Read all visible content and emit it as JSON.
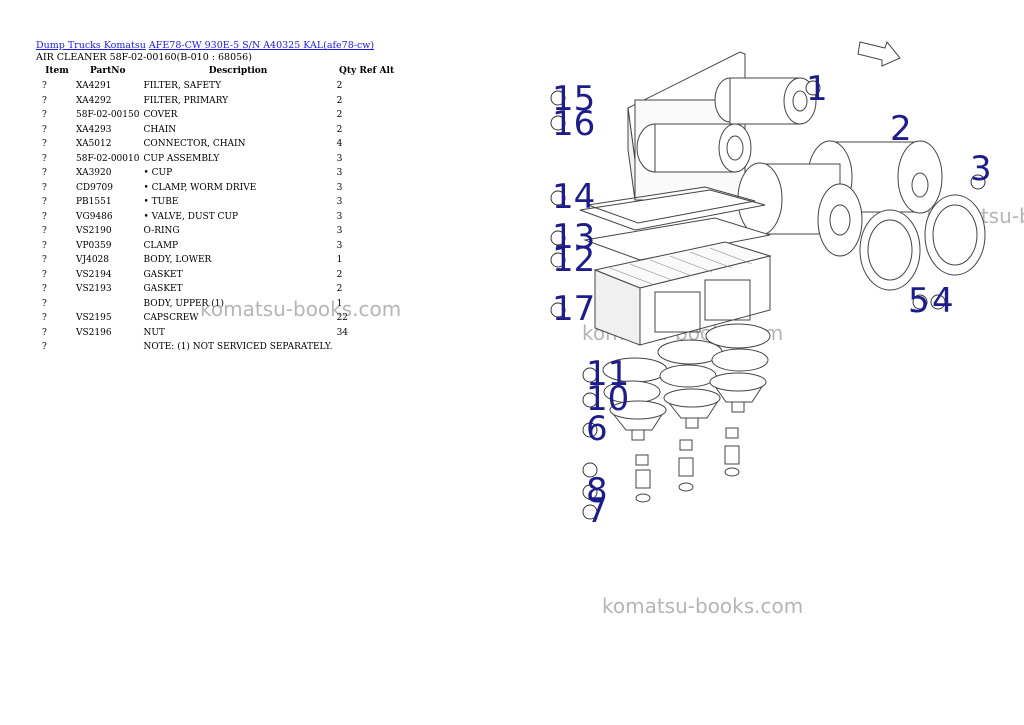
{
  "breadcrumb": {
    "link1": "Dump Trucks Komatsu",
    "link2": "AFE78-CW 930E-5 S/N A40325 KAL(afe78-cw)"
  },
  "subtitle": "AIR CLEANER 58F-02-00160(B-010 : 68056)",
  "table": {
    "headers": [
      "Item",
      "PartNo",
      "Description",
      "Qty Ref Alt"
    ],
    "rows": [
      {
        "item": "?",
        "part": "XA4291",
        "desc": "FILTER, SAFETY",
        "qty": "2"
      },
      {
        "item": "?",
        "part": "XA4292",
        "desc": "FILTER, PRIMARY",
        "qty": "2"
      },
      {
        "item": "?",
        "part": "58F-02-00150",
        "desc": "COVER",
        "qty": "2"
      },
      {
        "item": "?",
        "part": "XA4293",
        "desc": "CHAIN",
        "qty": "2"
      },
      {
        "item": "?",
        "part": "XA5012",
        "desc": "CONNECTOR, CHAIN",
        "qty": "4"
      },
      {
        "item": "?",
        "part": "58F-02-00010",
        "desc": "CUP ASSEMBLY",
        "qty": "3"
      },
      {
        "item": "?",
        "part": "XA3920",
        "desc": "• CUP",
        "qty": "3"
      },
      {
        "item": "?",
        "part": "CD9709",
        "desc": "• CLAMP, WORM DRIVE",
        "qty": "3"
      },
      {
        "item": "?",
        "part": "PB1551",
        "desc": "• TUBE",
        "qty": "3"
      },
      {
        "item": "?",
        "part": "VG9486",
        "desc": "• VALVE, DUST CUP",
        "qty": "3"
      },
      {
        "item": "?",
        "part": "VS2190",
        "desc": "O-RING",
        "qty": "3"
      },
      {
        "item": "?",
        "part": "VP0359",
        "desc": "CLAMP",
        "qty": "3"
      },
      {
        "item": "?",
        "part": "VJ4028",
        "desc": "BODY, LOWER",
        "qty": "1"
      },
      {
        "item": "?",
        "part": "VS2194",
        "desc": "GASKET",
        "qty": "2"
      },
      {
        "item": "?",
        "part": "VS2193",
        "desc": "GASKET",
        "qty": "2"
      },
      {
        "item": "?",
        "part": "",
        "desc": "BODY, UPPER (1)",
        "qty": "1"
      },
      {
        "item": "?",
        "part": "VS2195",
        "desc": "CAPSCREW",
        "qty": "22"
      },
      {
        "item": "?",
        "part": "VS2196",
        "desc": "NUT",
        "qty": "34"
      },
      {
        "item": "?",
        "part": "",
        "desc": "NOTE: (1) NOT SERVICED SEPARATELY.",
        "qty": ""
      }
    ]
  },
  "watermark": "komatsu-books.com",
  "diagram": {
    "callouts": [
      "1",
      "2",
      "3",
      "4",
      "5",
      "6",
      "7",
      "8",
      "10",
      "11",
      "12",
      "13",
      "14",
      "15",
      "16",
      "17"
    ],
    "callout_color": "#1c1c8a"
  }
}
